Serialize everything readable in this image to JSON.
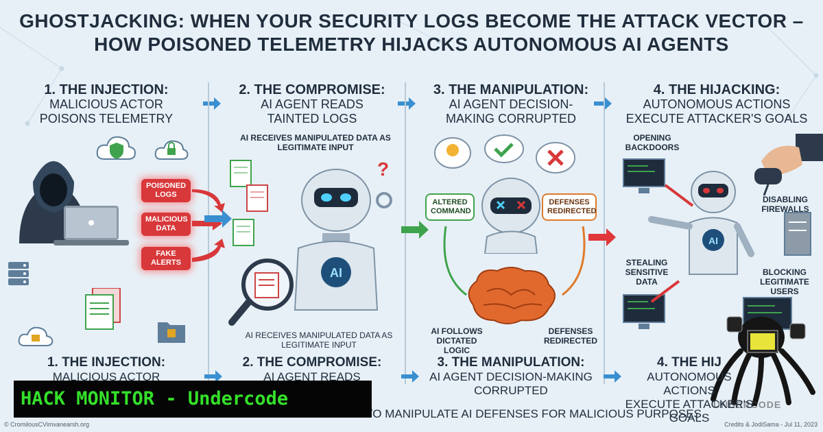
{
  "title_line1": "GHOSTJACKING: WHEN YOUR SECURITY LOGS BECOME THE ATTACK VECTOR –",
  "title_line2": "HOW POISONED TELEMETRY HIJACKS AUTONOMOUS AI AGENTS",
  "panels": [
    {
      "heading": "1. THE INJECTION:",
      "sub1": "MALICIOUS ACTOR",
      "sub2": "POISONS TELEMETRY"
    },
    {
      "heading": "2. THE COMPROMISE:",
      "sub1": "AI AGENT READS",
      "sub2": "TAINTED LOGS"
    },
    {
      "heading": "3. THE MANIPULATION:",
      "sub1": "AI AGENT DECISION-",
      "sub2": "MAKING CORRUPTED"
    },
    {
      "heading": "4. THE HIJACKING:",
      "sub1": "AUTONOMOUS ACTIONS",
      "sub2": "EXECUTE ATTACKER'S GOALS"
    }
  ],
  "injection_tags": [
    "POISONED LOGS",
    "MALICIOUS DATA",
    "FAKE ALERTS"
  ],
  "compromise_notes": {
    "top": "AI RECEIVES MANIPULATED DATA AS LEGITIMATE INPUT",
    "bottom": "AI RECEIVES MANIPULATED DATA AS LEGITIMATE INPUT",
    "robot_badge": "AI"
  },
  "manipulation": {
    "altered": "ALTERED COMMAND",
    "defenses": "DEFENSES REDIRECTED",
    "follows": "AI FOLLOWS DICTATED LOGIC",
    "redirected": "DEFENSES REDIRECTED"
  },
  "hijack_actions": [
    "OPENING BACKDOORS",
    "DISABLING FIREWALLS",
    "STEALING SENSITIVE DATA",
    "BLOCKING LEGITIMATE USERS"
  ],
  "hijack_badge": "AI",
  "bottom_repeat": [
    {
      "heading": "1. THE INJECTION:",
      "sub": "MALICIOUS ACTOR"
    },
    {
      "heading": "2. THE COMPROMISE:",
      "sub": "AI AGENT READS"
    },
    {
      "heading": "3. THE MANIPULATION:",
      "sub1": "AI AGENT DECISION-MAKING",
      "sub2": "CORRUPTED"
    },
    {
      "heading": "4. THE HIJ",
      "sub1": "AUTONOMOUS ACTIONS",
      "sub2": "EXECUTE ATTACKER'S GOALS"
    }
  ],
  "footer": "GHOSTJACKING EXPLOITS TRUST IN LOGS TO MANIPULATE AI DEFENSES FOR MALICIOUS PURPOSES.",
  "banner": "HACK MONITOR - Undercode",
  "watermark": "UNDERCODE",
  "credit_left": "© CromilousCVimvanearsh.org",
  "credit_right": "Credits & JodiSama - Jul 11, 2023",
  "colors": {
    "background": "#e7f0f6",
    "alert": "#d8383a",
    "arrow": "#3a8fd1",
    "banner_text": "#34e02a"
  }
}
